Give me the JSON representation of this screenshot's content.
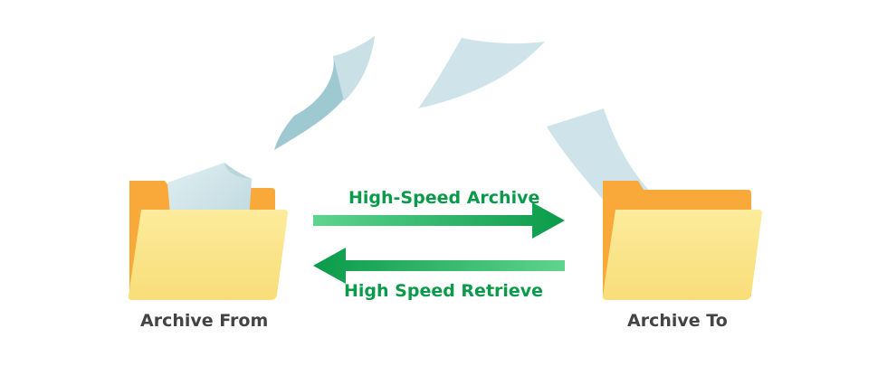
{
  "source_folder": {
    "label": "Archive From",
    "icon": "folder-icon"
  },
  "target_folder": {
    "label": "Archive To",
    "icon": "folder-icon"
  },
  "archive_arrow": {
    "label": "High-Speed Archive",
    "direction": "right",
    "icon": "arrow-right-icon"
  },
  "retrieve_arrow": {
    "label": "High Speed Retrieve",
    "direction": "left",
    "icon": "arrow-left-icon"
  },
  "flying_documents": {
    "count_icon": "document-icon"
  },
  "colors": {
    "accent": "#0a9a4a",
    "arrow_light": "#5fd48f",
    "arrow_dark": "#0a9a4a",
    "folder_back": "#f8a93a",
    "folder_front": "#fbe287",
    "paper": "#cfe4ea",
    "label": "#444444"
  }
}
